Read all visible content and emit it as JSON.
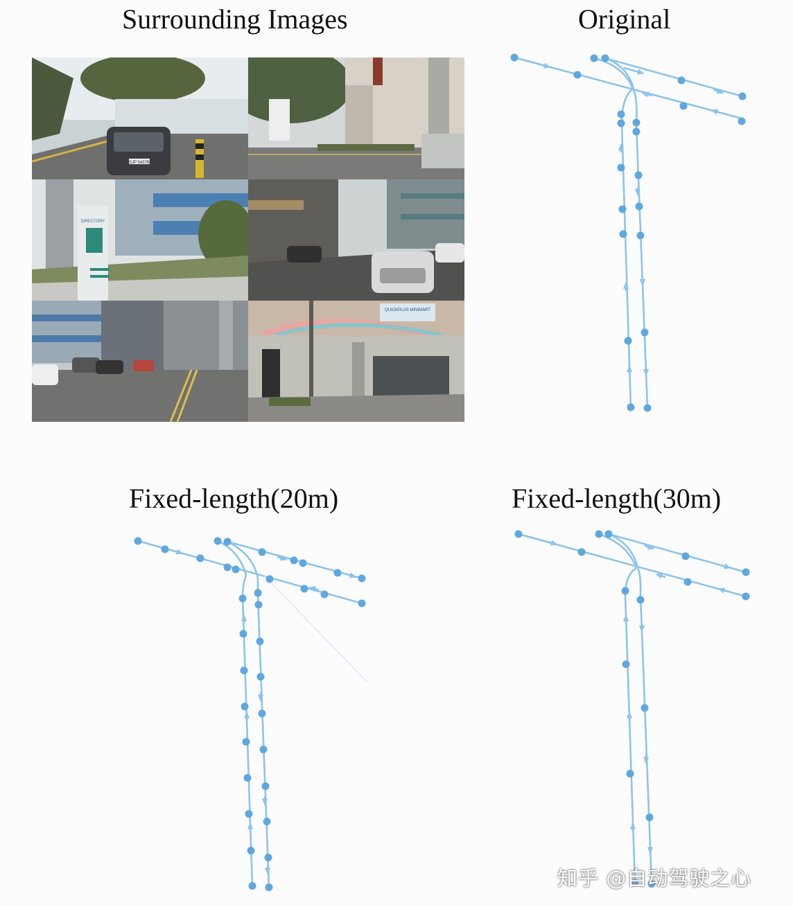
{
  "figure": {
    "panels": [
      {
        "id": "surrounding",
        "title": "Surrounding Images"
      },
      {
        "id": "original",
        "title": "Original"
      },
      {
        "id": "fixed20",
        "title": "Fixed-length(20m)"
      },
      {
        "id": "fixed30",
        "title": "Fixed-length(30m)"
      }
    ],
    "cameras": [
      "front-left",
      "front",
      "left",
      "front-right",
      "back-left",
      "back-right"
    ],
    "sign_texts": {
      "directory": "DIRECTORY",
      "plate": "SJP 5437B",
      "minimart": "QUICKPLUS MINIMART"
    },
    "colors": {
      "lane_line": "#8cc4ea",
      "lane_point": "#5ea7df"
    }
  },
  "watermark": "知乎 @自动驾驶之心"
}
